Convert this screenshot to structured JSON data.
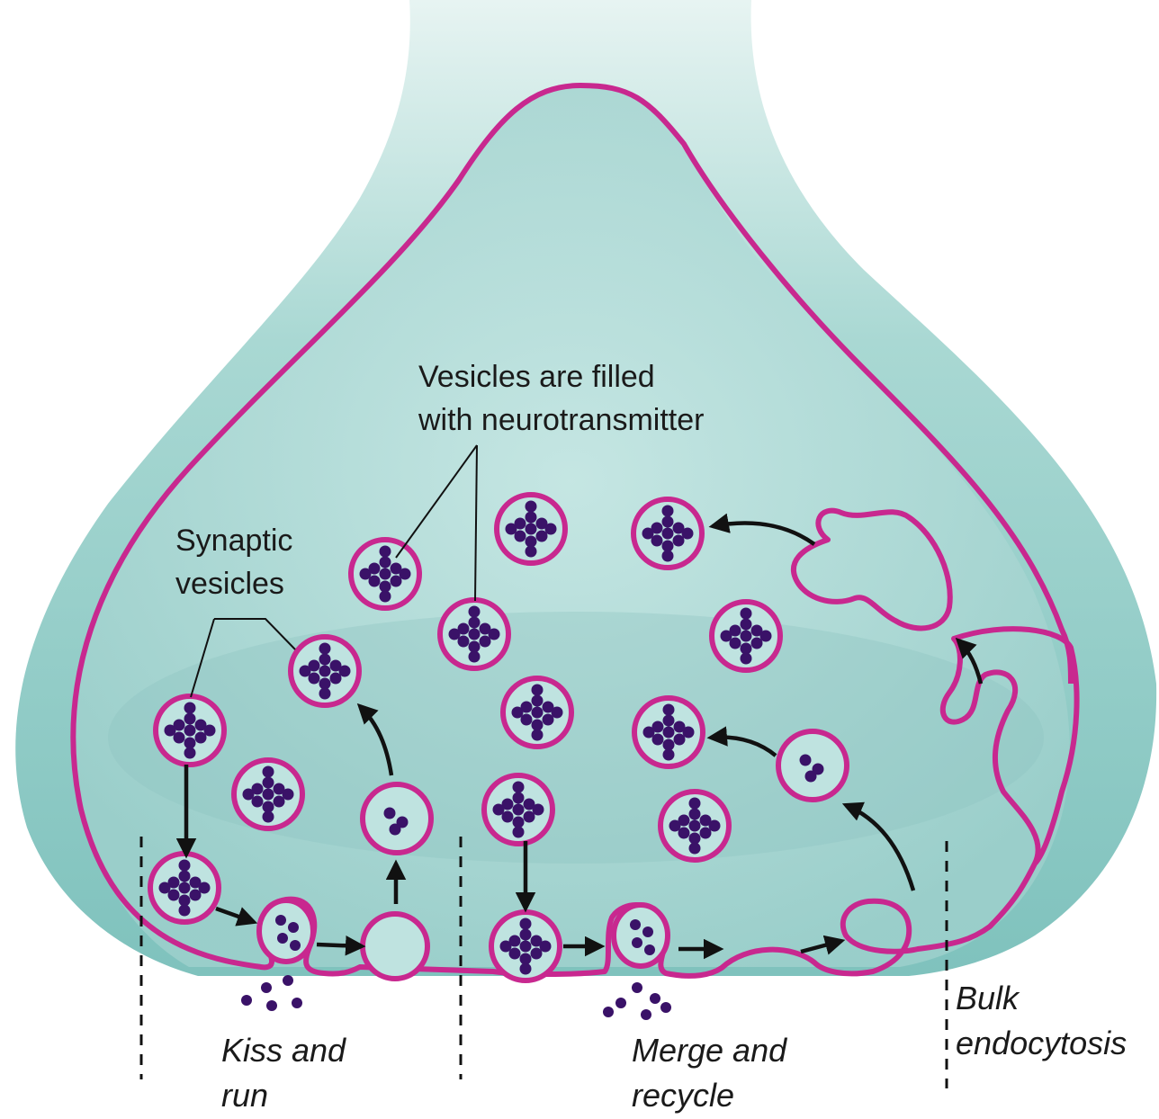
{
  "labels": {
    "vesicles_filled_line1": "Vesicles are filled",
    "vesicles_filled_line2": "with neurotransmitter",
    "synaptic_line1": "Synaptic",
    "synaptic_line2": "vesicles",
    "kiss_line1": "Kiss and",
    "kiss_line2": "run",
    "merge_line1": "Merge and",
    "merge_line2": "recycle",
    "bulk_line1": "Bulk",
    "bulk_line2": "endocytosis"
  },
  "colors": {
    "cytoplasm": "#9fd3cf",
    "membrane": "#c8288f",
    "vesicle_fill": "#bfe3e0",
    "neurotransmitter": "#3a1268"
  }
}
